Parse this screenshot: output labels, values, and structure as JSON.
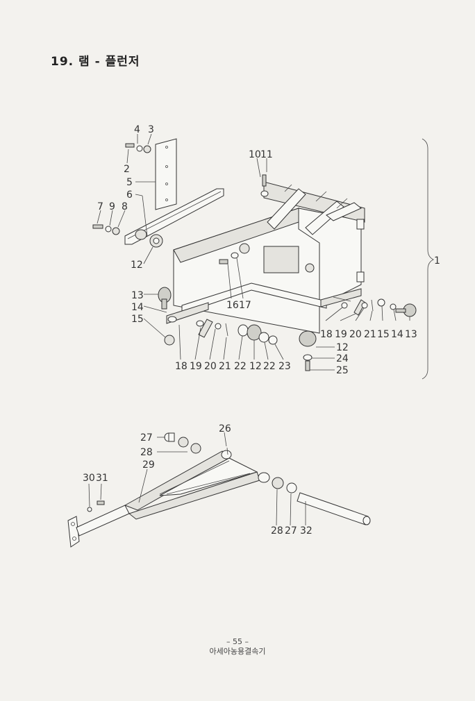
{
  "page": {
    "title": "19. 램 - 플런저",
    "page_number": "– 55 –",
    "footer_caption": "아세아농용결속기"
  },
  "assembly_bracket_label": "1",
  "upper_assembly_callouts": [
    "2",
    "3",
    "4",
    "5",
    "6",
    "7",
    "8",
    "9",
    "10",
    "11",
    "12",
    "12",
    "12",
    "13",
    "13",
    "14",
    "14",
    "15",
    "15",
    "16",
    "17",
    "18",
    "18",
    "19",
    "19",
    "20",
    "20",
    "21",
    "21",
    "22",
    "22",
    "23",
    "24",
    "25"
  ],
  "lower_assembly_callouts": [
    "26",
    "27",
    "27",
    "28",
    "28",
    "29",
    "30",
    "31",
    "32"
  ]
}
